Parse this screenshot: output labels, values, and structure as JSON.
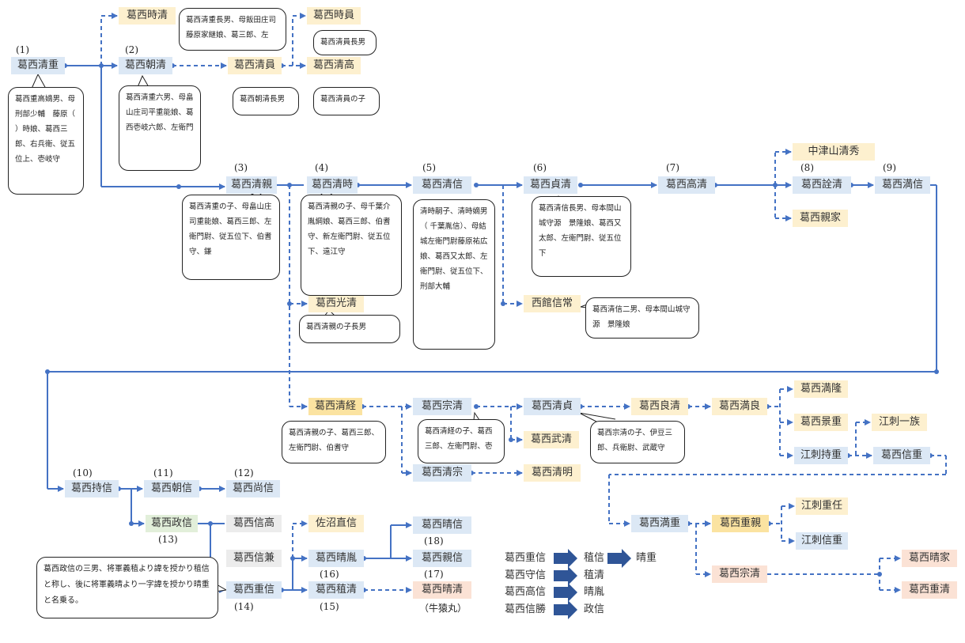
{
  "nodes": {
    "kiyoshige": "葛西清重",
    "tokikiyo": "葛西時清",
    "tomokiyo": "葛西朝清",
    "kiyokazu": "葛西清員",
    "tokikazu": "葛西時員",
    "kiyotaka": "葛西清高",
    "kiyochika": "葛西清親",
    "kiyotoki": "葛西清時",
    "kiyonobu": "葛西清信",
    "sadakiyo": "葛西貞清",
    "takakiyo2": "葛西高清",
    "nakatsuyama": "中津山清秀",
    "akikiyo": "葛西詮清",
    "chikaie": "葛西親家",
    "mitsunobu": "葛西満信",
    "mitsukiyo": "葛西光清",
    "nishidate": "西館信常",
    "kiyotsune": "葛西清経",
    "munekiyo": "葛西宗清",
    "kiyosada": "葛西清貞",
    "takekiyo": "葛西武清",
    "yoshikiyo": "葛西良清",
    "mitsuyoshi": "葛西満良",
    "kiyomune": "葛西清宗",
    "kiyoaki": "葛西清明",
    "mitsutaka": "葛西満隆",
    "kageshige": "葛西景重",
    "esashi_ichizoku": "江刺一族",
    "esashi_mochishige": "江刺持重",
    "nobushige_r": "葛西信重",
    "mitsushige": "葛西満重",
    "shigechika": "葛西重親",
    "esashi_shigetou": "江刺重任",
    "esashi_nobushige": "江刺信重",
    "munekiyo2": "葛西宗清",
    "haruie": "葛西晴家",
    "shigekiyo": "葛西重清",
    "mochinobu": "葛西持信",
    "tomonobu": "葛西朝信",
    "hisanobu": "葛西尚信",
    "masanobu": "葛西政信",
    "nobutaka": "葛西信高",
    "nobukane": "葛西信兼",
    "shigenobu": "葛西重信",
    "sanuma": "佐沼直信",
    "harutane": "葛西晴胤",
    "tanekiyo": "葛西稙清",
    "harunobu": "葛西晴信",
    "chikanobu": "葛西親信",
    "harukiyo": "葛西晴清"
  },
  "numbers": {
    "n1": "(1)",
    "n2": "(2)",
    "n3": "(3)",
    "n4": "(4)",
    "n5": "(5)",
    "n6": "(6)",
    "n7": "(7)",
    "n8": "(8)",
    "n9": "(9)",
    "n10": "(10)",
    "n11": "(11)",
    "n12": "(12)",
    "n13": "(13)",
    "n14": "(14)",
    "n15": "(15)",
    "n16": "(16)",
    "n17": "(17)",
    "n18": "(18)",
    "ushizaru": "（牛猿丸）"
  },
  "notes": {
    "kiyoshige": "葛西重高嫡男、母刑部少輔　藤原（ ）時娘、葛西三郎、右兵衛、従五位上、壱岐守",
    "tokikiyo": "葛西清重長男、母飯田庄司藤原家継娘、葛三郎、左",
    "tokikazu": "葛西清員長男",
    "tomokiyo": "葛西清重六男、母畠山庄司平重能娘、葛西壱岐六郎、左衛門",
    "kiyokazu": "葛西朝清長男",
    "kiyotaka": "葛西清員の子",
    "kiyochika": "葛西清重の子、母畠山庄司重能娘、葛西三郎、左衛門尉、従五位下、伯耆守、鎌",
    "kiyotoki": "葛西清親の子、母千葉介胤綱娘、葛西三郎、伯耆守、新左衛門尉、従五位下、遠江守",
    "mitsukiyo": "葛西清親の子長男",
    "kiyonobu": "清時嗣子、清時嫡男（ 千葉胤信）、母結城左衛門尉藤原祐広娘、葛西又太郎、左衛門尉、従五位下、刑部大輔",
    "sadakiyo": "葛西清信長男、母本間山城守源　景隆娘、葛西又太郎、左衛門尉、従五位下",
    "nishidate": "葛西清信二男、母本間山城守源　景隆娘",
    "kiyotsune": "葛西清親の子、葛西三郎、左衛門尉、伯耆守",
    "munekiyo": "葛西清経の子、葛西三郎、左衛門尉、壱",
    "kiyosada": "葛西宗清の子、伊豆三郎、兵衛尉、武蔵守",
    "masanobu": "葛西政信の三男、将軍義稙より諱を授かり稙信と称し、後に将軍義晴より一字諱を授かり晴重と名乗る。"
  },
  "legend": {
    "row1_a": "葛西重信",
    "row1_b": "稙信",
    "row1_c": "晴重",
    "row2_a": "葛西守信",
    "row2_b": "稙清",
    "row3_a": "葛西高信",
    "row3_b": "晴胤",
    "row4_a": "葛西信勝",
    "row4_b": "政信"
  },
  "colors": {
    "line": "#4472c4",
    "legend_arrow": "#2f5597"
  }
}
